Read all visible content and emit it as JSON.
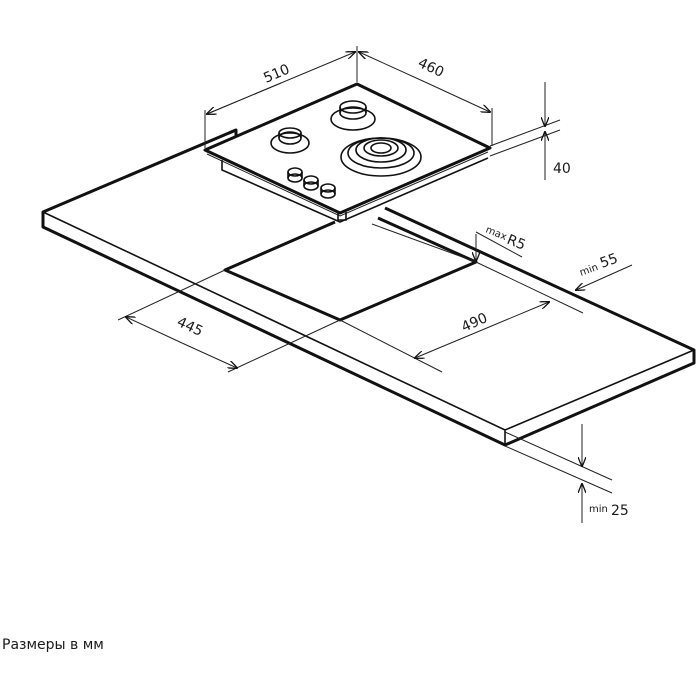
{
  "diagram": {
    "dimensions": {
      "hob_width": "510",
      "hob_depth": "460",
      "hob_height": "40",
      "cutout_width": "445",
      "cutout_depth": "490",
      "corner_radius_prefix": "max",
      "corner_radius": "R5",
      "edge_distance_prefix": "min",
      "edge_distance": "55",
      "countertop_thickness_prefix": "min",
      "countertop_thickness": "25"
    },
    "caption": "Размеры в мм"
  }
}
